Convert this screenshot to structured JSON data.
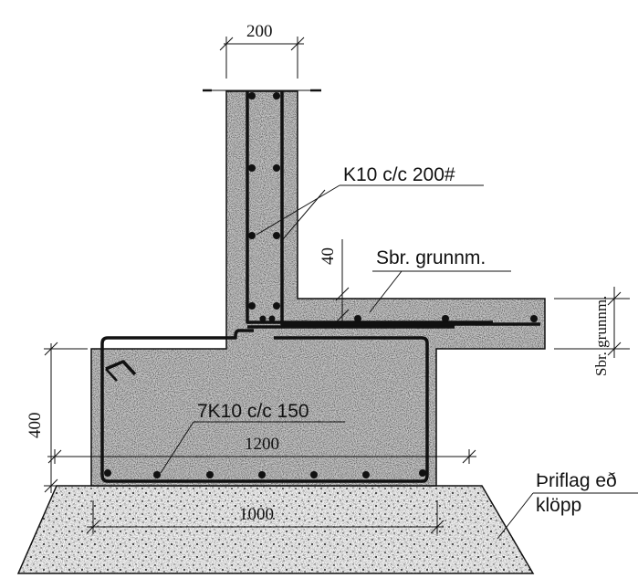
{
  "dimensions": {
    "wall_width": "200",
    "footing_height": "400",
    "footing_width": "1200",
    "base_width": "1000",
    "slab_cover": "40",
    "slab_thickness": "Sbr. grunnm."
  },
  "labels": {
    "wall_rebar": "K10 c/c 200#",
    "slab_ref": "Sbr. grunnm.",
    "footing_rebar": "7K10 c/c 150",
    "base_line1": "Þriflag eð",
    "base_line2": "klöpp"
  },
  "colors": {
    "concrete": "#c9c9c9",
    "gravel": "#f2f2f2",
    "ink": "#111111"
  }
}
